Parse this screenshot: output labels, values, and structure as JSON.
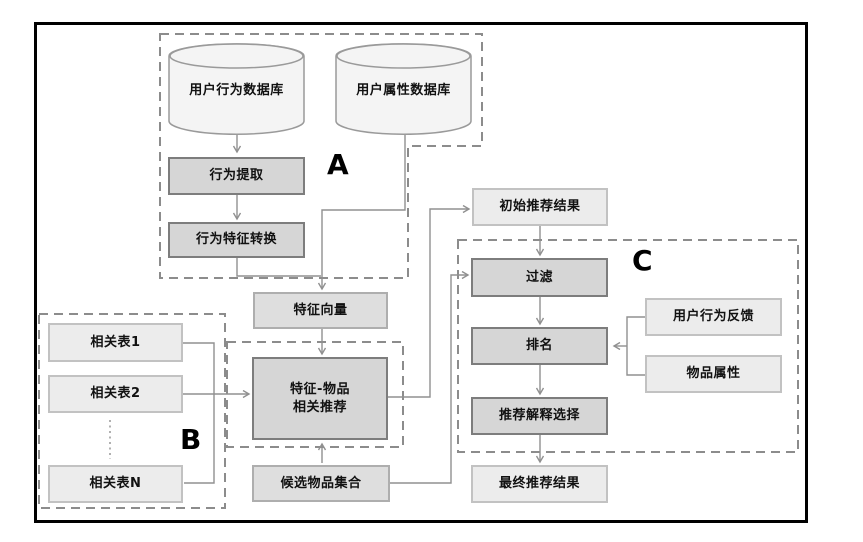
{
  "diagram": {
    "groups": {
      "a_label": "A",
      "b_label": "B",
      "c_label": "C"
    },
    "nodes": {
      "user_behavior_db": "用户行为数据库",
      "user_attribute_db": "用户属性数据库",
      "behavior_extraction": "行为提取",
      "behavior_feature_transform": "行为特征转换",
      "feature_vector": "特征向量",
      "related_table_1": "相关表1",
      "related_table_2": "相关表2",
      "related_table_n": "相关表N",
      "feature_item_rec": {
        "line1": "特征-物品",
        "line2": "相关推荐"
      },
      "candidate_item_set": "候选物品集合",
      "initial_rec_result": "初始推荐结果",
      "filter": "过滤",
      "ranking": "排名",
      "user_behavior_feedback": "用户行为反馈",
      "item_attribute": "物品属性",
      "rec_explanation_select": "推荐解释选择",
      "final_rec_result": "最终推荐结果"
    },
    "colors": {
      "frame": "#000000",
      "dashed_outline": "#8c8c8c",
      "connector": "#909090",
      "box_medium_fill": "#d6d6d6",
      "box_medium_border": "#7d7d7d",
      "box_soft_fill": "#dedede",
      "box_soft_border": "#aeaeae",
      "box_light_fill": "#ececec",
      "box_light_border": "#c2c2c2",
      "cylinder_fill": "#f4f4f4",
      "cylinder_stroke": "#9a9a9a",
      "text": "#111111"
    }
  }
}
